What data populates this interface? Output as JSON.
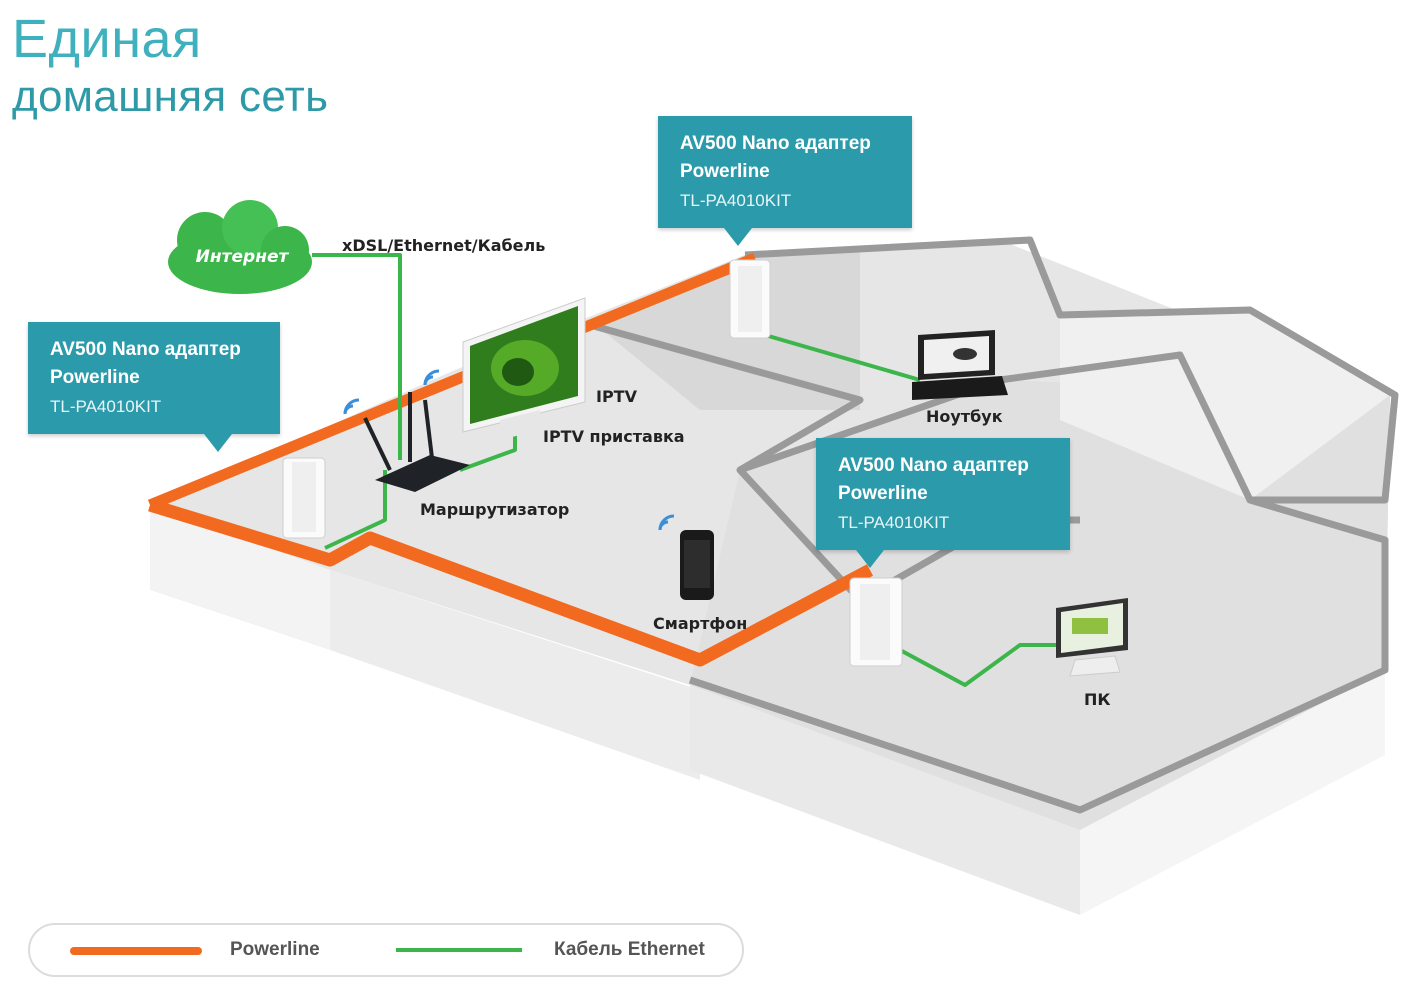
{
  "heading": {
    "line1": "Единая",
    "line2": "домашняя сеть"
  },
  "cloud": {
    "label": "Интернет",
    "color": "#3cb54a"
  },
  "labels": {
    "wan": "xDSL/Ethernet/Кабель",
    "iptv": "IPTV",
    "iptv_box": "IPTV приставка",
    "router": "Маршрутизатор",
    "laptop": "Ноутбук",
    "smartphone": "Смартфон",
    "pc": "ПК"
  },
  "callouts": [
    {
      "line1": "AV500 Nano адаптер",
      "line2": "Powerline",
      "model": "TL-PA4010KIT"
    },
    {
      "line1": "AV500 Nano адаптер",
      "line2": "Powerline",
      "model": "TL-PA4010KIT"
    },
    {
      "line1": "AV500 Nano адаптер",
      "line2": "Powerline",
      "model": "TL-PA4010KIT"
    }
  ],
  "legend": {
    "powerline": "Powerline",
    "ethernet": "Кабель Ethernet"
  },
  "colors": {
    "accent_teal": "#2b9bab",
    "powerline_orange": "#f26a1f",
    "ethernet_green": "#3cb54a",
    "wifi_blue": "#3a8fd8",
    "wall_gray": "#9a9a9a"
  }
}
